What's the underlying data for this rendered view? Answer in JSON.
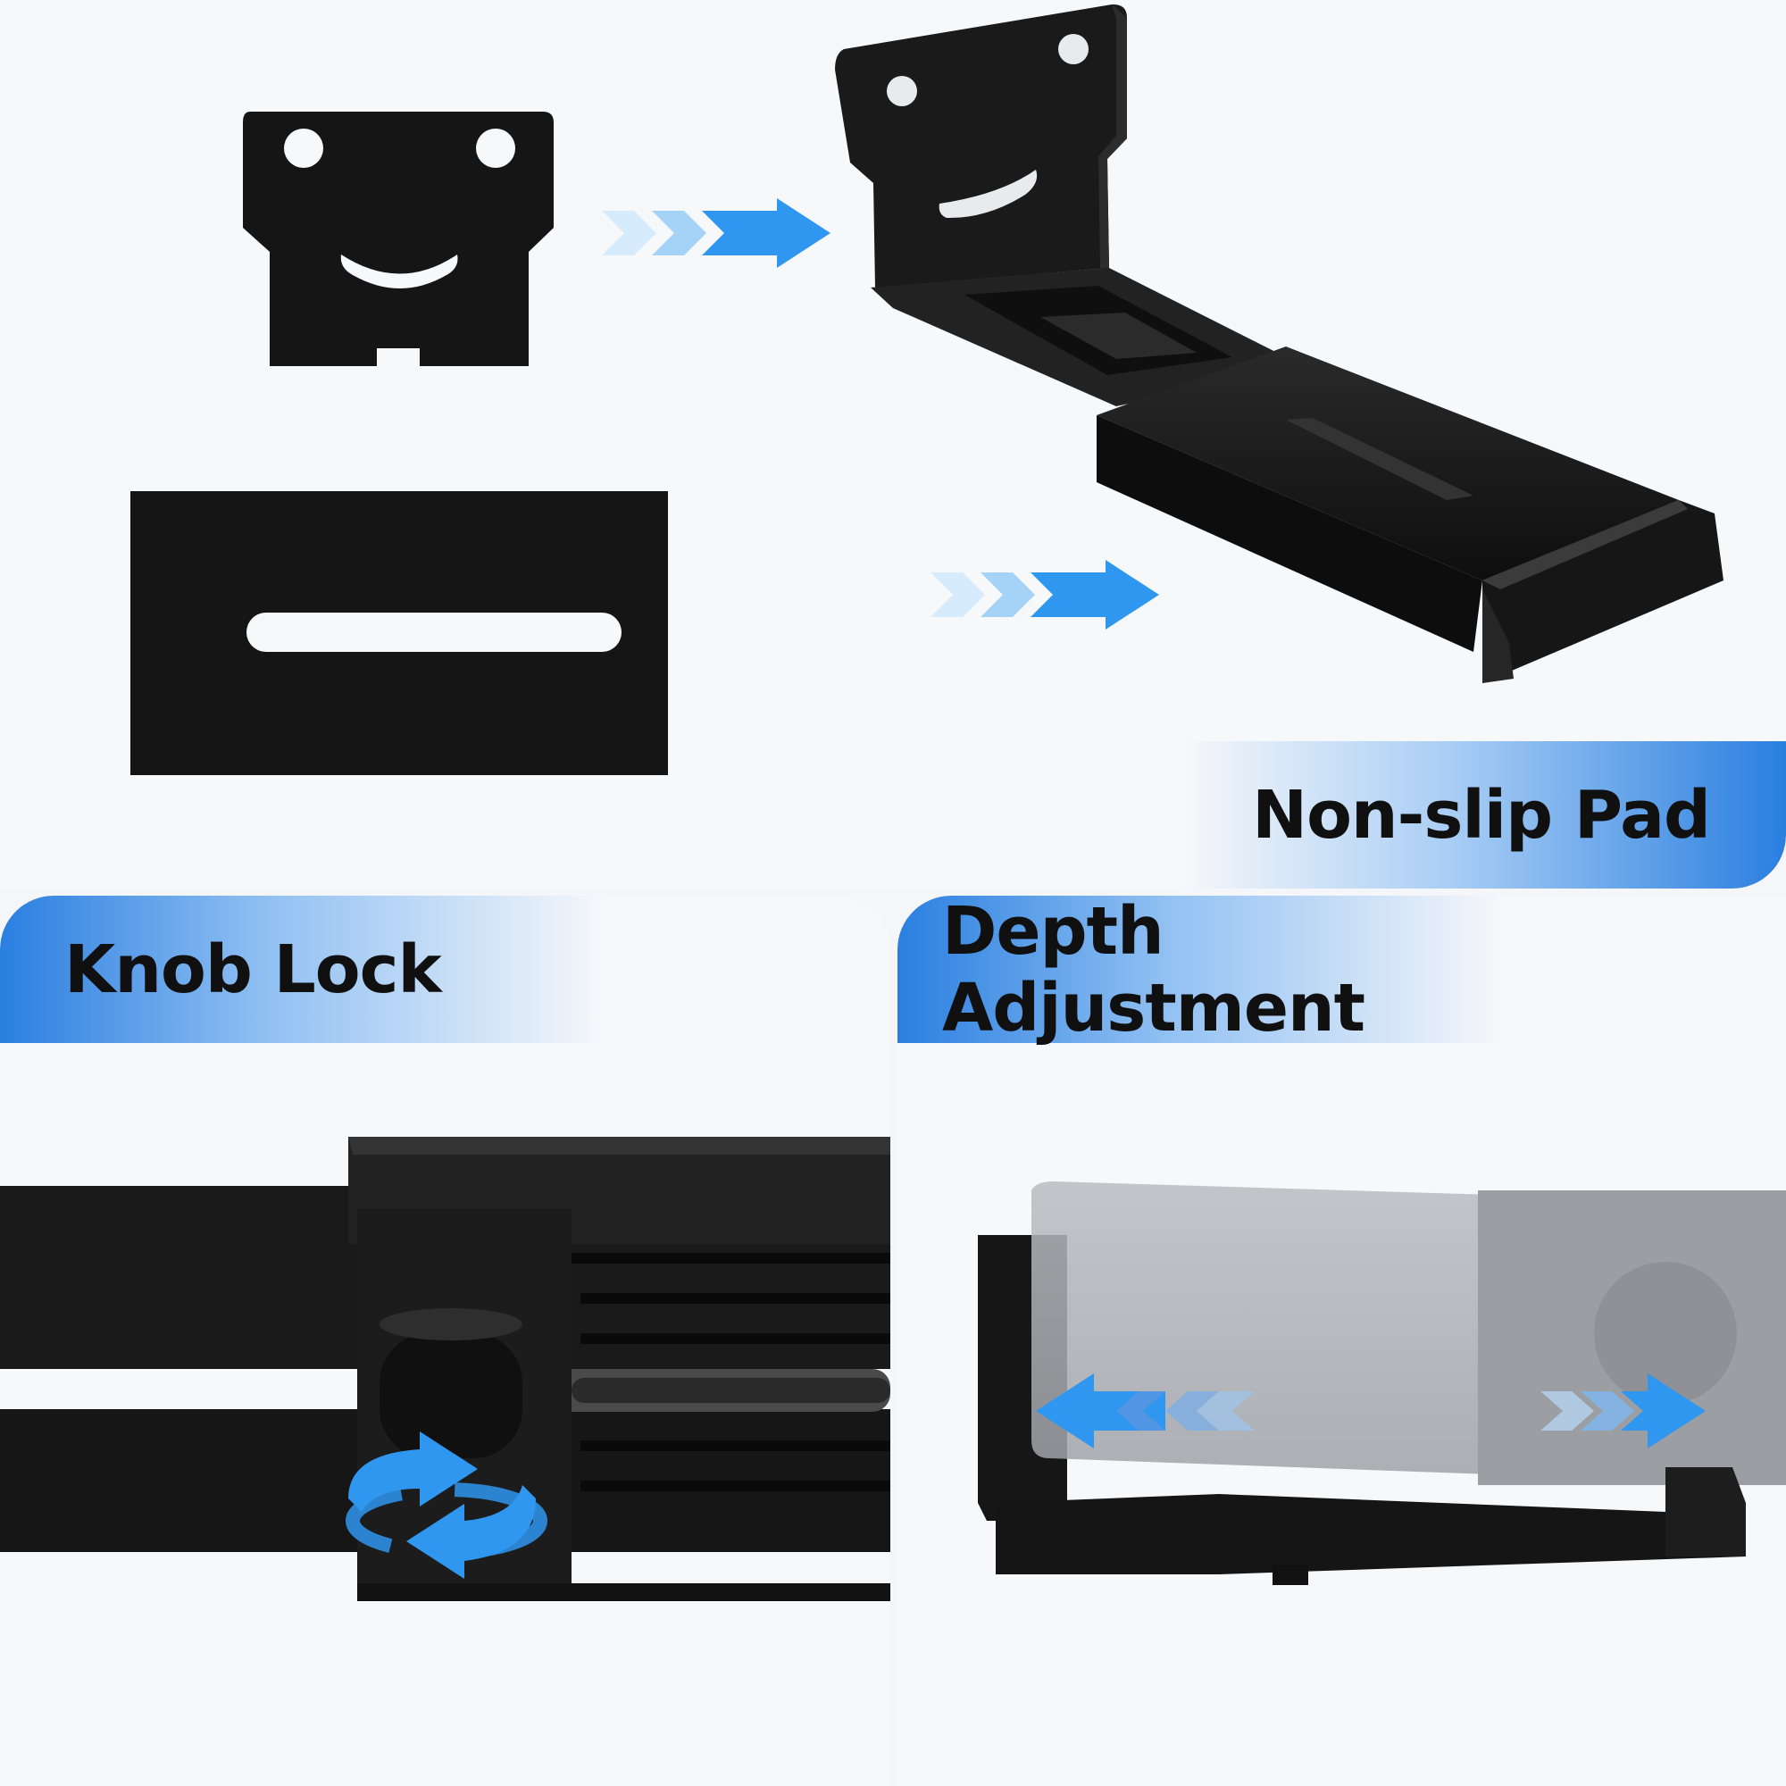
{
  "labels": {
    "non_slip_pad": "Non-slip Pad",
    "knob_lock": "Knob Lock",
    "depth_adjustment": "Depth Adjustment"
  },
  "colors": {
    "accent_blue": "#2a7fe0",
    "light_blue": "#8cc4f5",
    "part_black": "#151515"
  },
  "icons": [
    "double-chevron-arrow-icon",
    "rotate-arrows-icon",
    "bidirectional-arrow-icon"
  ]
}
